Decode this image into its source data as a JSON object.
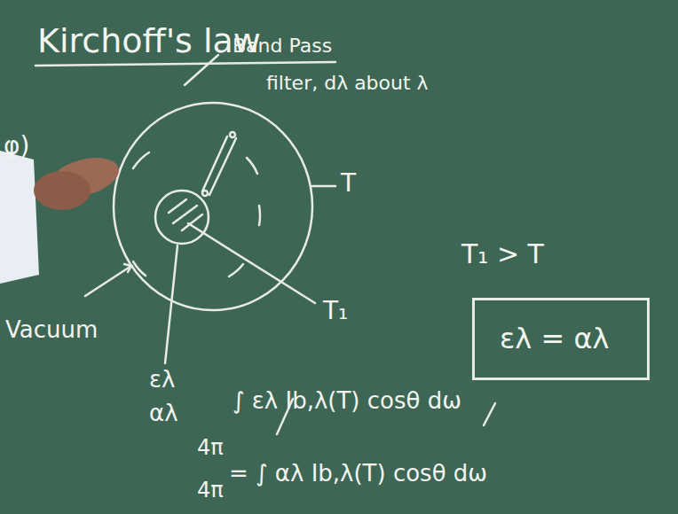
{
  "diagram": {
    "title": "Kirchoff's law",
    "nodes": [
      {
        "text": [
          "ελ = αλ"
        ]
      }
    ],
    "labels": [
      "φ)",
      "Band Pass",
      "filter, dλ about λ",
      "T",
      "T₁",
      "Vacuum",
      "ελ",
      "αλ",
      "∫ ελ Ib,λ(T) cosθ dω",
      "4π",
      "= ∫ αλ Ib,λ(T) cosθ dω",
      "4π",
      "T₁ > T"
    ]
  }
}
